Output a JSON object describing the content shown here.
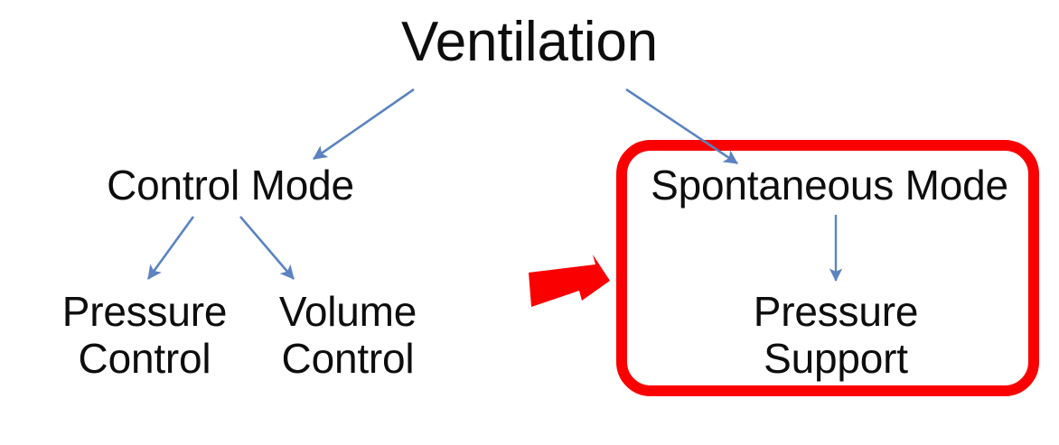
{
  "diagram": {
    "title": "Ventilation",
    "nodes": {
      "root": "Ventilation",
      "control_mode": "Control Mode",
      "spontaneous_mode": "Spontaneous Mode",
      "pressure_control": "Pressure\nControl",
      "volume_control": "Volume\nControl",
      "pressure_support": "Pressure\nSupport"
    },
    "highlight": {
      "target": "Spontaneous Mode",
      "box_color": "#FA0000",
      "pointer_icon": "red-block-arrow-right",
      "pointer_color": "#FA0000"
    },
    "connectors": {
      "color": "#5B83C0",
      "items": [
        {
          "from": "Ventilation",
          "to": "Control Mode"
        },
        {
          "from": "Ventilation",
          "to": "Spontaneous Mode"
        },
        {
          "from": "Control Mode",
          "to": "Pressure Control"
        },
        {
          "from": "Control Mode",
          "to": "Volume Control"
        },
        {
          "from": "Spontaneous Mode",
          "to": "Pressure Support"
        }
      ]
    },
    "text_color": "#0D0D0D",
    "background_color": "#FFFFFF"
  }
}
